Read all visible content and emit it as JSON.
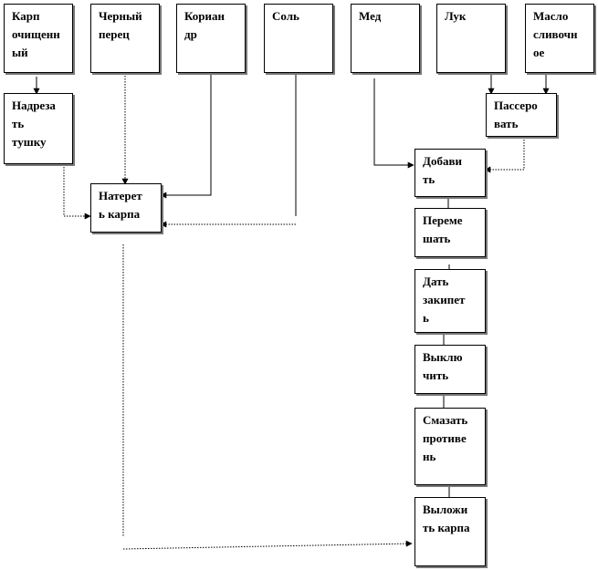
{
  "ingredients": {
    "carp": "Карп\nочищенн\nый",
    "black_pepper": "Черный\nперец",
    "coriander": "Кориан\nдр",
    "salt": "Соль",
    "honey": "Мед",
    "onion": "Лук",
    "butter": "Масло\nсливочн\nое"
  },
  "steps": {
    "cut_carcass": "Надреза\nть\nтушку",
    "rub_carp": "Натерет\nь карпа",
    "saute": "Пассеро\nвать",
    "add": "Добави\nть",
    "mix": "Переме\nшать",
    "boil": "Дать\nзакипет\nь",
    "turn_off": "Выклю\nчить",
    "grease_pan": "Смазать\nпротиве\nнь",
    "lay_out_carp": "Выложи\nть карпа"
  }
}
